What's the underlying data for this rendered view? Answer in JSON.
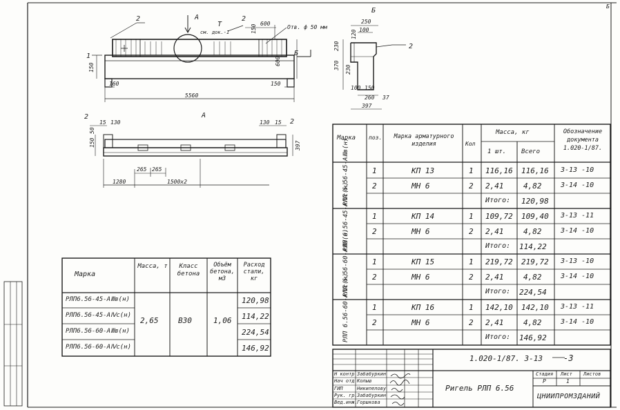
{
  "drawing": {
    "labels": {
      "pos_callout_1": "1",
      "pos_callout_2": "2",
      "view_arrow": "А",
      "view_arrow_b": "Б",
      "point_t": "Т",
      "ref_note": "см. док.-1",
      "hole_note": "Отв. ф 50 мм",
      "section_a": "А",
      "section_b_arrow": "Б",
      "view_b_title": "Б"
    },
    "dimensions": {
      "plan": [
        "150",
        "600",
        "600",
        "150",
        "5560",
        "160",
        "150"
      ],
      "section_a": [
        "15",
        "130",
        "130",
        "15",
        "150",
        "50",
        "397",
        "265",
        "265",
        "1280",
        "1500х2"
      ],
      "view_b": [
        "250",
        "100",
        "120",
        "230",
        "370",
        "230",
        "100",
        "150",
        "260",
        "37",
        "397"
      ]
    }
  },
  "spec_table": {
    "headers": {
      "mark": "Марка",
      "pos": "поз.",
      "assembly_mark": "Марка арматурного изделия",
      "qty": "Кол",
      "mass": "Масса, кг",
      "mass_unit": "1 шт.",
      "mass_total": "Всего",
      "doc": "Обозначение документа 1.020-1/87."
    },
    "groups": [
      {
        "mark": "РЛП 6.56-45-АⅢв(н)",
        "rows": [
          {
            "pos": "1",
            "item": "КП 13",
            "qty": "1",
            "unit": "116,16",
            "total": "116,16",
            "doc": "3-13 -10"
          },
          {
            "pos": "2",
            "item": "МН 6",
            "qty": "2",
            "unit": "2,41",
            "total": "4,82",
            "doc": "3-14 -10"
          }
        ],
        "subtotal_label": "Итого:",
        "subtotal": "120,98"
      },
      {
        "mark": "РЛП 6.56-45-АⅣс(н)",
        "rows": [
          {
            "pos": "1",
            "item": "КП 14",
            "qty": "1",
            "unit": "109,72",
            "total": "109,40",
            "doc": "3-13 -11"
          },
          {
            "pos": "2",
            "item": "МН 6",
            "qty": "2",
            "unit": "2,41",
            "total": "4,82",
            "doc": "3-14 -10"
          }
        ],
        "subtotal_label": "Итого:",
        "subtotal": "114,22"
      },
      {
        "mark": "РЛП 6.56-60-АⅢв(н)",
        "rows": [
          {
            "pos": "1",
            "item": "КП 15",
            "qty": "1",
            "unit": "219,72",
            "total": "219,72",
            "doc": "3-13 -10"
          },
          {
            "pos": "2",
            "item": "МН 6",
            "qty": "2",
            "unit": "2,41",
            "total": "4,82",
            "doc": "3-14 -10"
          }
        ],
        "subtotal_label": "Итого:",
        "subtotal": "224,54"
      },
      {
        "mark": "РЛП 6.56-60-АⅣс(н)",
        "rows": [
          {
            "pos": "1",
            "item": "КП 16",
            "qty": "1",
            "unit": "142,10",
            "total": "142,10",
            "doc": "3-13 -11"
          },
          {
            "pos": "2",
            "item": "МН 6",
            "qty": "2",
            "unit": "2,41",
            "total": "4,82",
            "doc": "3-14 -10"
          }
        ],
        "subtotal_label": "Итого:",
        "subtotal": "146,92"
      }
    ]
  },
  "mass_table": {
    "headers": {
      "mark": "Марка",
      "mass": "Масса, т",
      "class": "Класс бетона",
      "volume": "Объём бетона, м3",
      "steel": "Расход стали, кг"
    },
    "rows": [
      {
        "mark": "РЛП6.56-45-АⅢв(н)",
        "steel": "120,98"
      },
      {
        "mark": "РЛП6.56-45-АⅣс(н)",
        "steel": "114,22"
      },
      {
        "mark": "РЛП6.56-60-АⅢв(н)",
        "steel": "224,54"
      },
      {
        "mark": "РЛП6.56-60-АⅣс(н)",
        "steel": "146,92"
      }
    ],
    "shared": {
      "mass": "2,65",
      "class": "В30",
      "volume": "1,06"
    }
  },
  "title_block": {
    "code": "1.020-1/87. 3-13",
    "sheet_no": "-3",
    "title": "Ригель РЛП 6.56",
    "org": "ЦНИИПРОМЗДАНИЙ",
    "stage_label": "Стадия",
    "sheet_label": "Лист",
    "sheets_label": "Листов",
    "stage": "Р",
    "sheet": "1",
    "signatures": [
      {
        "role": "Н контр",
        "name": "Забабуркин"
      },
      {
        "role": "Нач отд",
        "name": "Колыш"
      },
      {
        "role": "ГИП",
        "name": "Никипелову"
      },
      {
        "role": "Рук. гр.",
        "name": "Забабуркин"
      },
      {
        "role": "Вед.инж.",
        "name": "Горшкова"
      }
    ]
  },
  "corner_note": "Б"
}
